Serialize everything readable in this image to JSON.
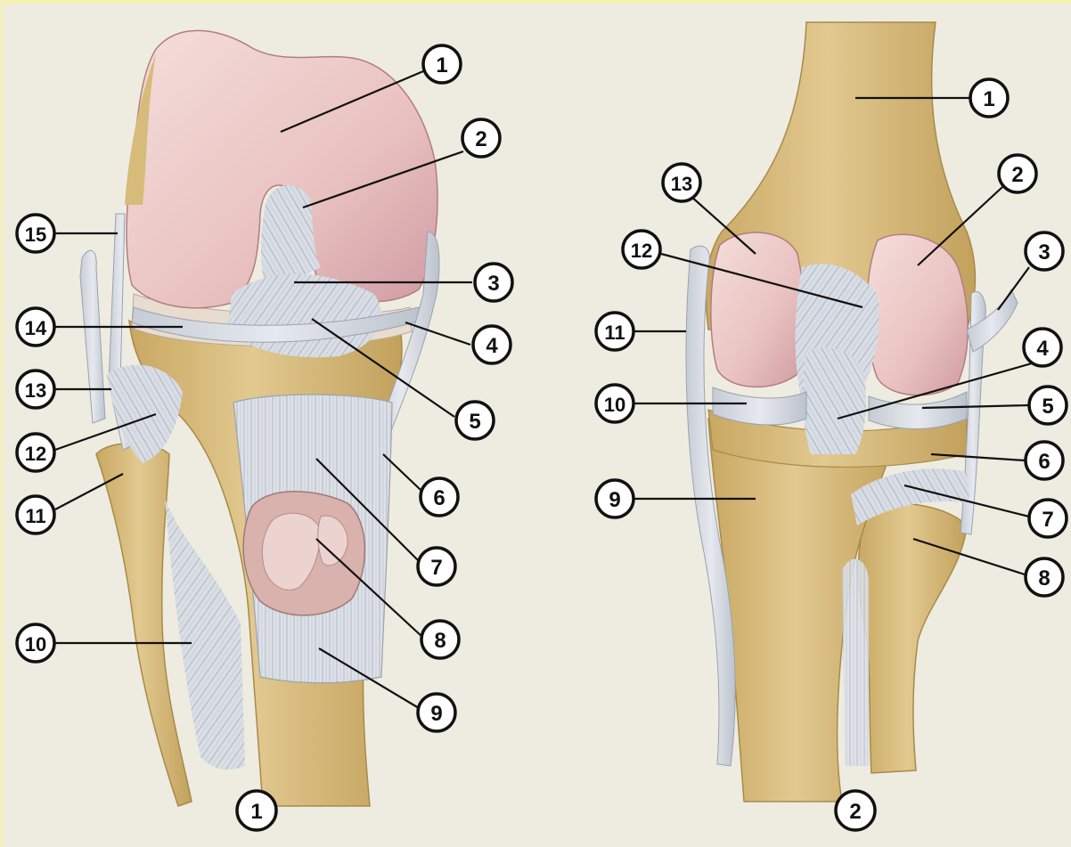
{
  "figures": [
    {
      "figure_label": "1",
      "callouts": [
        "1",
        "2",
        "3",
        "4",
        "5",
        "6",
        "7",
        "8",
        "9",
        "10",
        "11",
        "12",
        "13",
        "14",
        "15"
      ]
    },
    {
      "figure_label": "2",
      "callouts": [
        "1",
        "2",
        "3",
        "4",
        "5",
        "6",
        "7",
        "8",
        "9",
        "10",
        "11",
        "12",
        "13"
      ]
    }
  ],
  "colors": {
    "background": "#eeece0",
    "bone": "#d8be82",
    "bone_shadow": "#b89650",
    "cartilage": "#efd0cc",
    "ligament": "#d6dbe2",
    "callout_outline": "#111111"
  }
}
